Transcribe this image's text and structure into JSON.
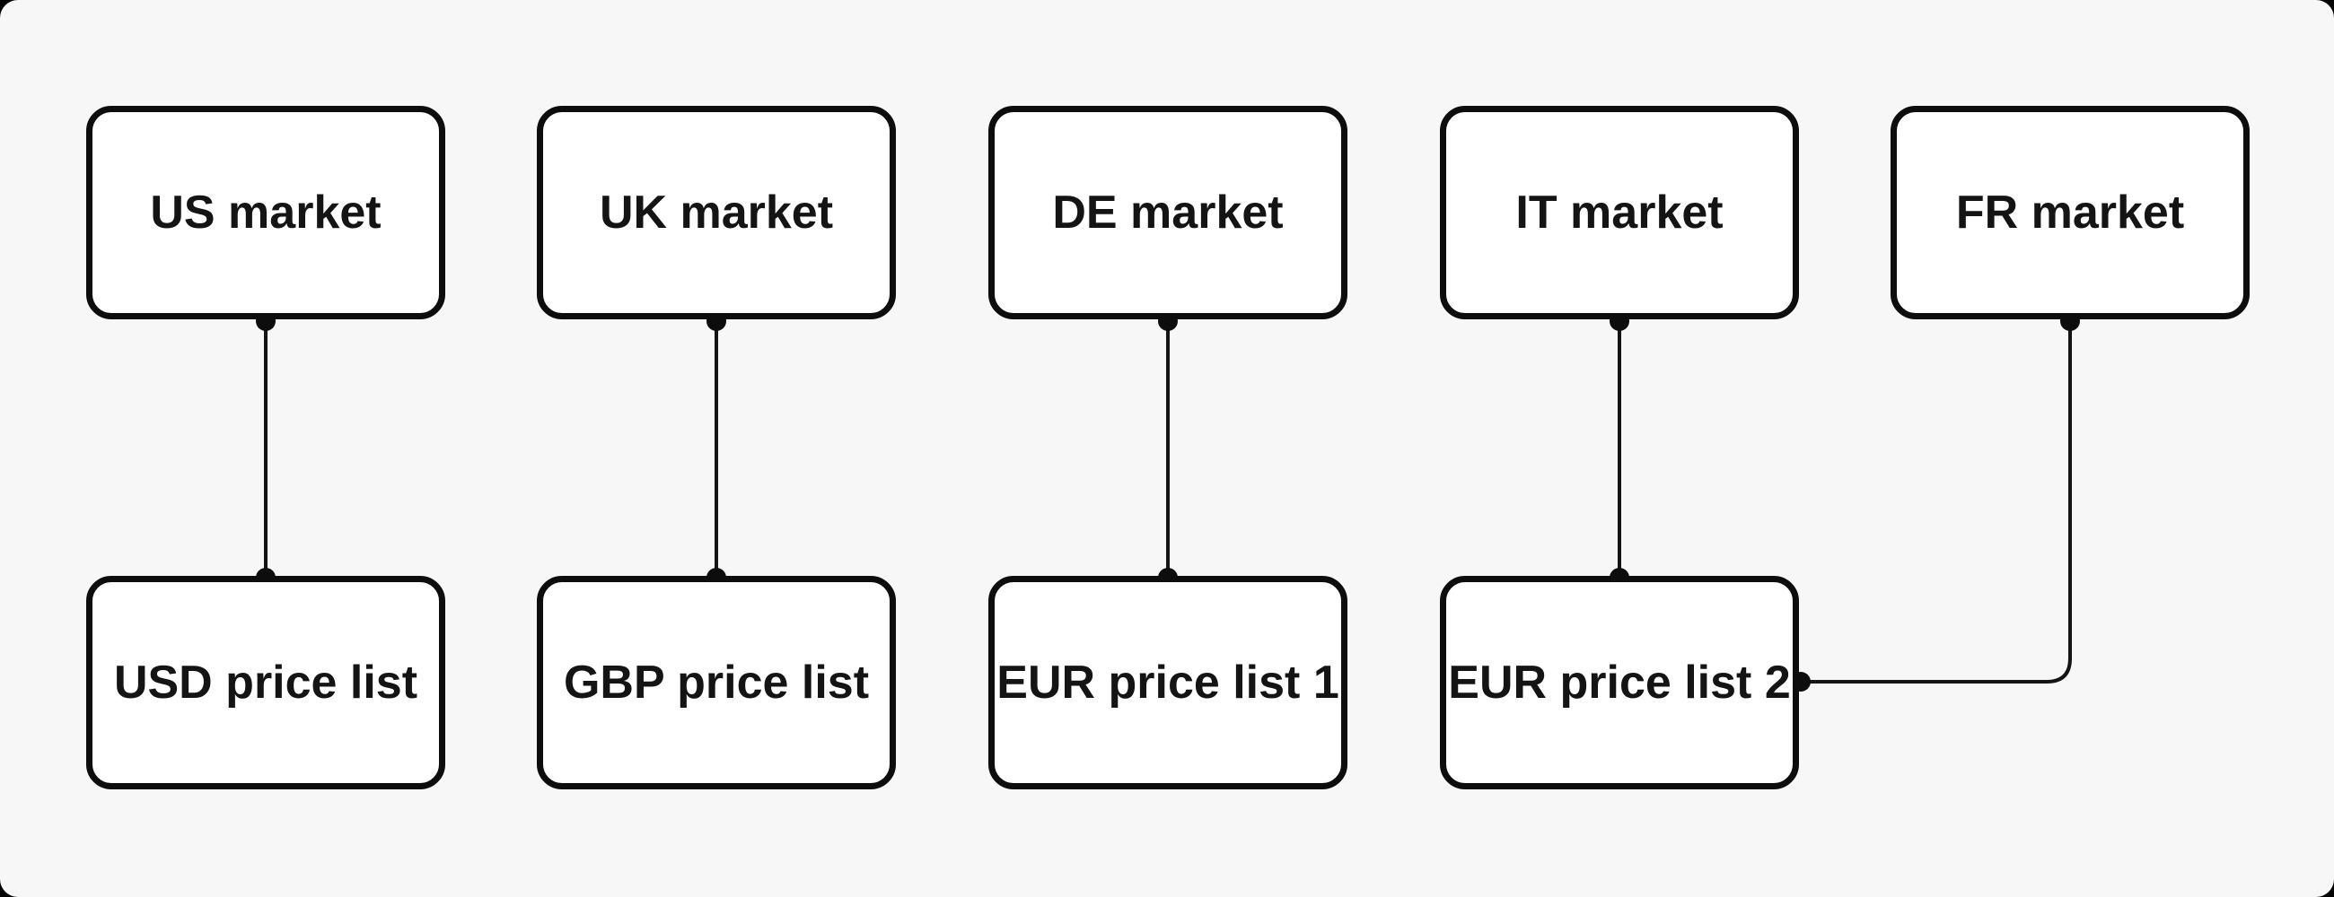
{
  "diagram": {
    "type": "flowchart",
    "canvas_background": "#f7f7f7",
    "outside_background": "#000000",
    "node_fill": "#ffffff",
    "stroke_color": "#0d0d0d",
    "text_color": "#141414",
    "nodes": {
      "us_market": {
        "label": "US market"
      },
      "uk_market": {
        "label": "UK market"
      },
      "de_market": {
        "label": "DE market"
      },
      "it_market": {
        "label": "IT market"
      },
      "fr_market": {
        "label": "FR market"
      },
      "usd_price_list": {
        "label": "USD price list"
      },
      "gbp_price_list": {
        "label": "GBP price list"
      },
      "eur_price_list_1": {
        "label": "EUR price list 1"
      },
      "eur_price_list_2": {
        "label": "EUR price list 2"
      }
    },
    "edges": [
      {
        "from": "US market",
        "to": "USD price list"
      },
      {
        "from": "UK market",
        "to": "GBP price list"
      },
      {
        "from": "DE market",
        "to": "EUR price list 1"
      },
      {
        "from": "IT market",
        "to": "EUR price list 2"
      },
      {
        "from": "FR market",
        "to": "EUR price list 2"
      }
    ]
  }
}
